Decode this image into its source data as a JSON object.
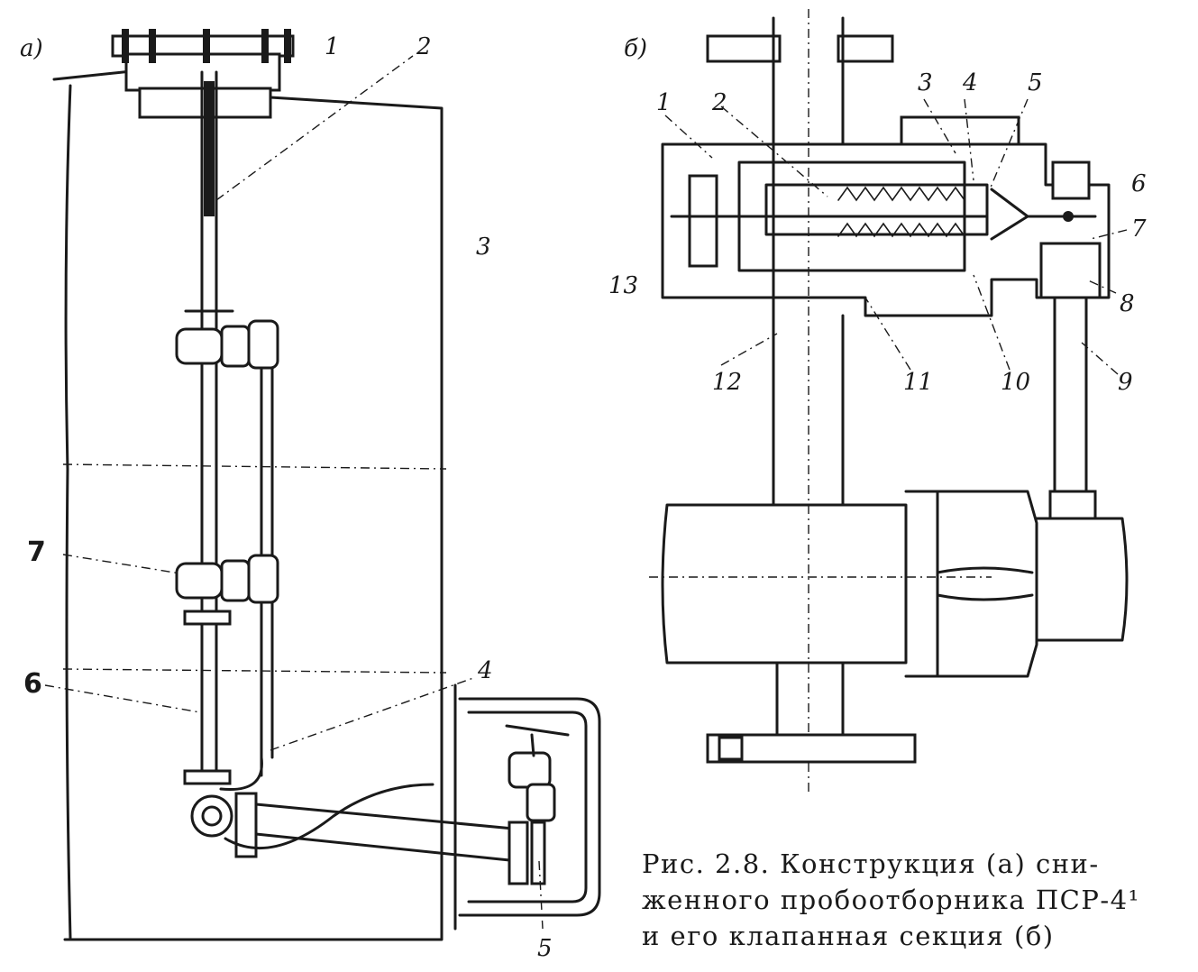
{
  "panel_a": {
    "label": "а)",
    "callouts": [
      {
        "text": "1"
      },
      {
        "text": "2"
      },
      {
        "text": "3"
      },
      {
        "text": "4"
      },
      {
        "text": "5"
      },
      {
        "text": "6"
      },
      {
        "text": "7"
      }
    ]
  },
  "panel_b": {
    "label": "б)",
    "callouts": [
      {
        "text": "1"
      },
      {
        "text": "2"
      },
      {
        "text": "3"
      },
      {
        "text": "4"
      },
      {
        "text": "5"
      },
      {
        "text": "6"
      },
      {
        "text": "7"
      },
      {
        "text": "8"
      },
      {
        "text": "9"
      },
      {
        "text": "10"
      },
      {
        "text": "11"
      },
      {
        "text": "12"
      },
      {
        "text": "13"
      }
    ]
  },
  "caption": {
    "lines": [
      "Рис. 2.8. Конструкция (а) сни-",
      "женного пробоотборника ПСР-4¹",
      "и его клапанная секция (б)"
    ]
  }
}
